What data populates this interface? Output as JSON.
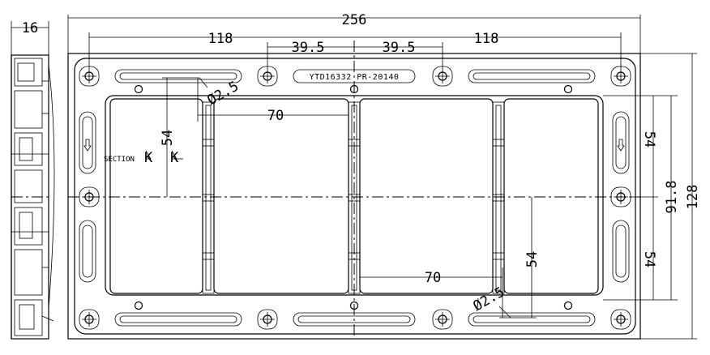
{
  "dimensions": {
    "overall_width": "256",
    "side_thickness": "16",
    "hole_span_left": "118",
    "hole_span_right": "118",
    "center_offset_left": "39.5",
    "center_offset_right": "39.5",
    "hole_diameter_top": "Ø2.5",
    "hole_diameter_bottom": "Ø2.5",
    "cell_width_top": "70",
    "cell_width_bottom": "70",
    "cell_height_left": "54",
    "cell_height_right_bottom": "54",
    "right_upper": "54",
    "right_lower": "54",
    "inner_height": "91.8",
    "overall_height": "128"
  },
  "labels": {
    "part_number": "YTD16332 PR-20140",
    "section": "SECTION",
    "section_letter_left": "K",
    "section_letter_right": "K"
  }
}
